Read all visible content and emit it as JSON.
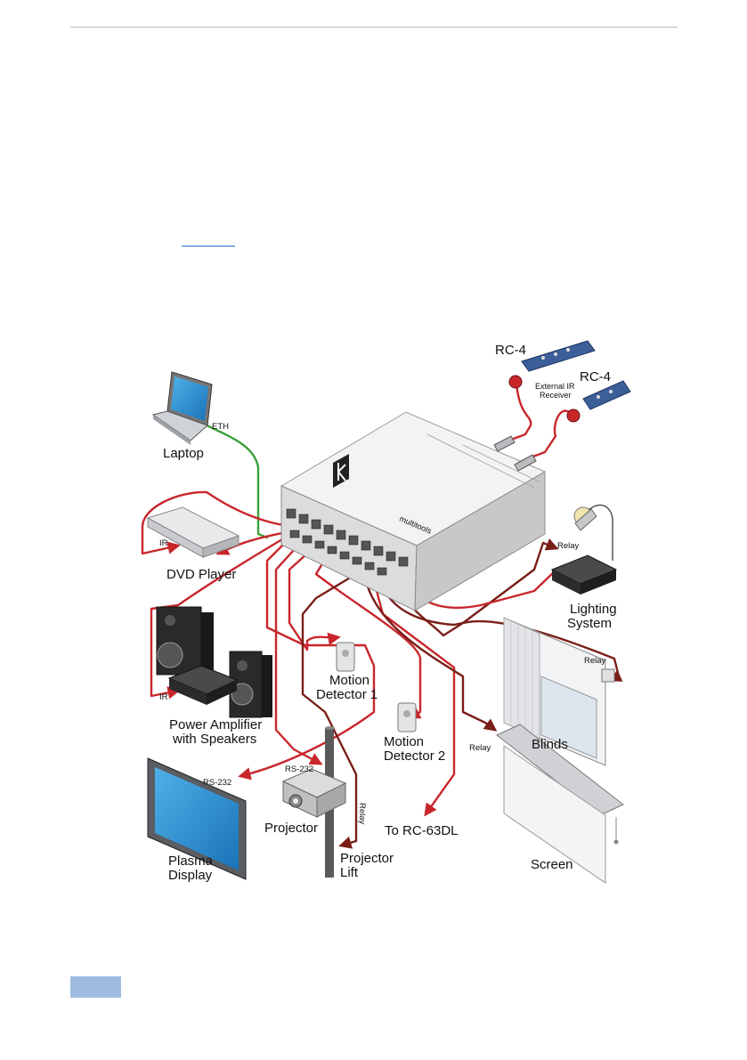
{
  "labels": {
    "rc4_a": "RC-4",
    "rc4_b": "RC-4",
    "ext_ir_1": "External IR",
    "ext_ir_2": "Receiver",
    "eth": "ETH",
    "laptop": "Laptop",
    "dvd": "DVD Player",
    "ir_dvd": "IR",
    "relay_light": "Relay",
    "lighting_1": "Lighting",
    "lighting_2": "System",
    "relay_blinds": "Relay",
    "blinds": "Blinds",
    "motion1_1": "Motion",
    "motion1_2": "Detector 1",
    "motion2_1": "Motion",
    "motion2_2": "Detector 2",
    "amp_1": "Power Amplifier",
    "amp_2": "with Speakers",
    "ir_amp": "IR",
    "rs232_plasma": "RS-232",
    "rs232_proj": "RS-232",
    "relay_screen": "Relay",
    "relay_lift": "Relay",
    "projector": "Projector",
    "to_rc63dl": "To RC-63DL",
    "screen": "Screen",
    "plasma_1": "Plasma",
    "plasma_2": "Display",
    "lift_1": "Projector",
    "lift_2": "Lift"
  },
  "colors": {
    "cable_red": "#c9262c",
    "cable_dark": "#7a1e18",
    "ethernet": "#3aa23a",
    "device_gray": "#d9dbde",
    "footer_box": "#9fbbe0"
  }
}
